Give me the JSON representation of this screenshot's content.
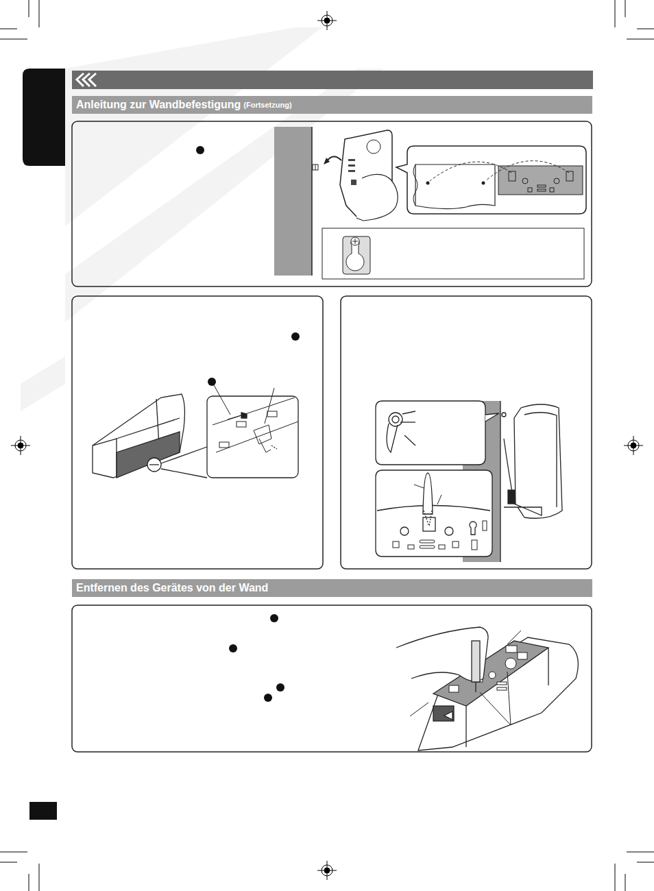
{
  "diagram": {
    "nodes": [
      {
        "text": [
          "Anleitung zur Wandbefestigung",
          "(Fortsetzung)"
        ]
      },
      {
        "text": [
          "Entfernen des Gerätes von der Wand"
        ]
      }
    ]
  }
}
